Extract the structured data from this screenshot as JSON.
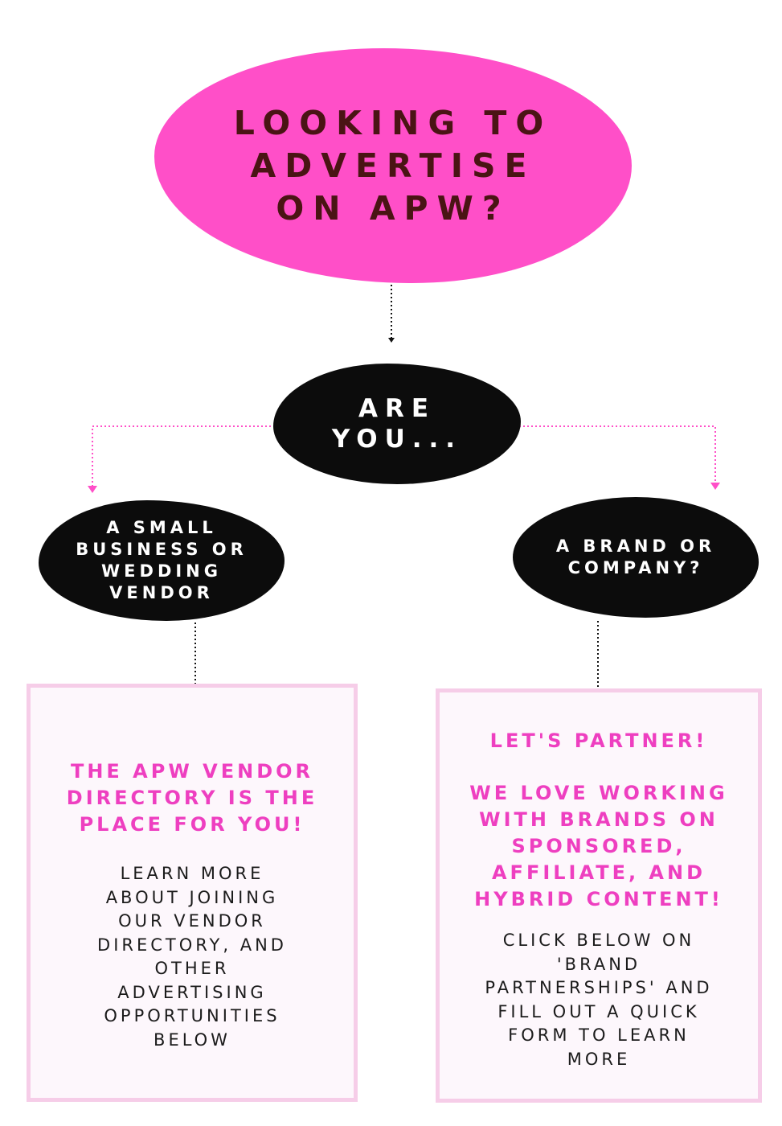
{
  "title": {
    "lines": [
      "LOOKING TO",
      "ADVERTISE",
      "ON APW?"
    ]
  },
  "question": {
    "lines": [
      "ARE",
      "YOU..."
    ]
  },
  "options": {
    "left": {
      "lines": [
        "A SMALL",
        "BUSINESS OR",
        "WEDDING",
        "VENDOR"
      ]
    },
    "right": {
      "lines": [
        "A BRAND OR",
        "COMPANY?"
      ]
    }
  },
  "boxes": {
    "left": {
      "heading": [
        "THE APW VENDOR",
        "DIRECTORY IS THE",
        "PLACE FOR YOU!"
      ],
      "body": [
        "LEARN MORE",
        "ABOUT JOINING",
        "OUR VENDOR",
        "DIRECTORY, AND",
        "OTHER",
        "ADVERTISING",
        "OPPORTUNITIES",
        "BELOW"
      ]
    },
    "right": {
      "heading1": [
        "LET'S PARTNER!"
      ],
      "heading2": [
        "WE LOVE WORKING",
        "WITH BRANDS ON",
        "SPONSORED,",
        "AFFILIATE, AND",
        "HYBRID CONTENT!"
      ],
      "body": [
        "CLICK BELOW ON",
        "'BRAND",
        "PARTNERSHIPS' AND",
        "FILL OUT A QUICK",
        "FORM TO LEARN",
        "MORE"
      ]
    }
  },
  "colors": {
    "pink": "#ff4fc8",
    "pink_text": "#ee3fc0",
    "dark_brown": "#4a1414",
    "black": "#0c0c0c",
    "box_border": "#f6cde8",
    "box_fill": "#fdf7fc"
  }
}
